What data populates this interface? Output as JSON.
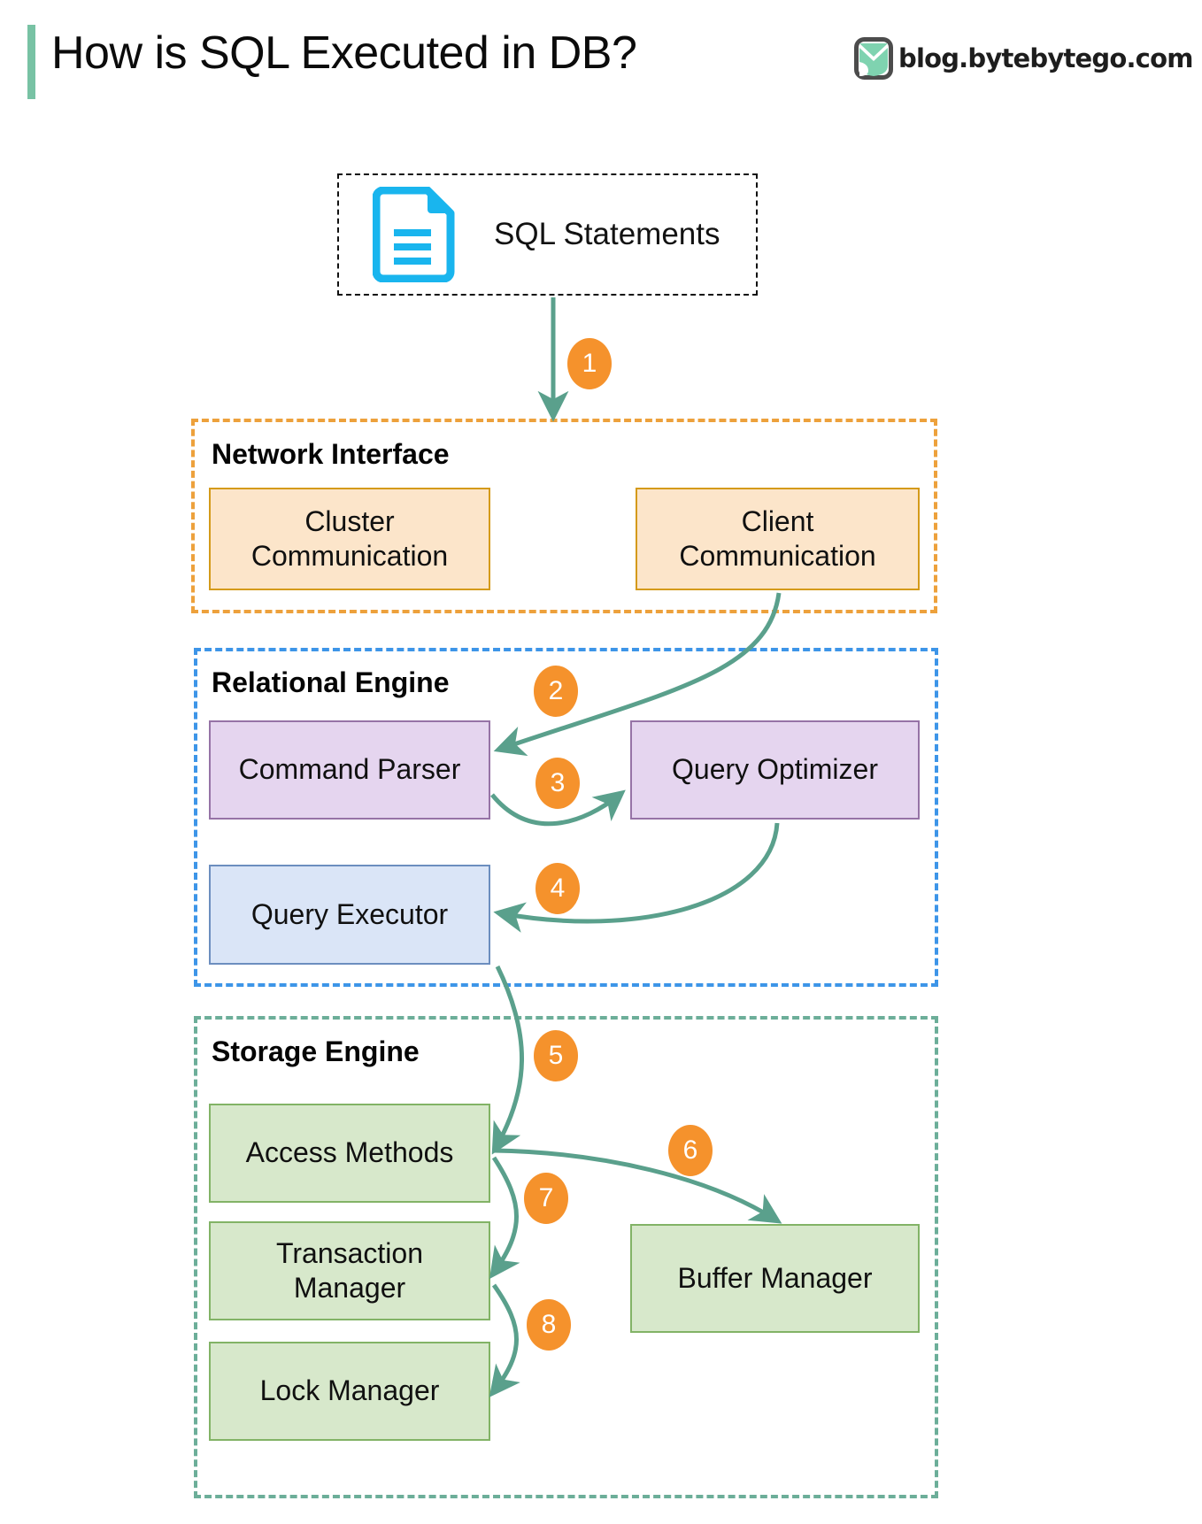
{
  "header": {
    "title": "How is SQL Executed in DB?",
    "brand_text": "blog.bytebytego.com",
    "accent_color": "#78c2a4"
  },
  "source": {
    "label": "SQL Statements",
    "icon": "document-icon",
    "icon_color": "#19b5ee"
  },
  "groups": [
    {
      "id": "network-interface",
      "title": "Network Interface",
      "border_color": "#eda13c",
      "nodes": [
        {
          "id": "cluster-communication",
          "label": "Cluster\nCommunication",
          "line1": "Cluster",
          "line2": "Communication",
          "fill": "#fce5ca",
          "stroke": "#d49a1a"
        },
        {
          "id": "client-communication",
          "label": "Client\nCommunication",
          "line1": "Client",
          "line2": "Communication",
          "fill": "#fce5ca",
          "stroke": "#d49a1a"
        }
      ]
    },
    {
      "id": "relational-engine",
      "title": "Relational Engine",
      "border_color": "#3d95e8",
      "nodes": [
        {
          "id": "command-parser",
          "label": "Command Parser",
          "fill": "#e5d5ef",
          "stroke": "#9673a6"
        },
        {
          "id": "query-optimizer",
          "label": "Query Optimizer",
          "fill": "#e5d5ef",
          "stroke": "#9673a6"
        },
        {
          "id": "query-executor",
          "label": "Query Executor",
          "fill": "#dae5f7",
          "stroke": "#6c8ebf"
        }
      ]
    },
    {
      "id": "storage-engine",
      "title": "Storage Engine",
      "border_color": "#6cae99",
      "nodes": [
        {
          "id": "access-methods",
          "label": "Access Methods",
          "fill": "#d7e8cb",
          "stroke": "#82b366"
        },
        {
          "id": "transaction-manager",
          "label": "Transaction\nManager",
          "line1": "Transaction",
          "line2": "Manager",
          "fill": "#d7e8cb",
          "stroke": "#82b366"
        },
        {
          "id": "lock-manager",
          "label": "Lock Manager",
          "fill": "#d7e8cb",
          "stroke": "#82b366"
        },
        {
          "id": "buffer-manager",
          "label": "Buffer Manager",
          "fill": "#d7e8cb",
          "stroke": "#82b366"
        }
      ]
    }
  ],
  "steps": [
    {
      "number": "1",
      "from": "SQL Statements",
      "to": "Network Interface"
    },
    {
      "number": "2",
      "from": "Client Communication",
      "to": "Command Parser"
    },
    {
      "number": "3",
      "from": "Command Parser",
      "to": "Query Optimizer"
    },
    {
      "number": "4",
      "from": "Query Optimizer",
      "to": "Query Executor"
    },
    {
      "number": "5",
      "from": "Query Executor",
      "to": "Access Methods"
    },
    {
      "number": "6",
      "from": "Access Methods",
      "to": "Buffer Manager"
    },
    {
      "number": "7",
      "from": "Access Methods",
      "to": "Transaction Manager"
    },
    {
      "number": "8",
      "from": "Transaction Manager",
      "to": "Lock Manager"
    }
  ],
  "style": {
    "badge_color": "#f5922c",
    "arrow_color": "#5aa08c"
  }
}
